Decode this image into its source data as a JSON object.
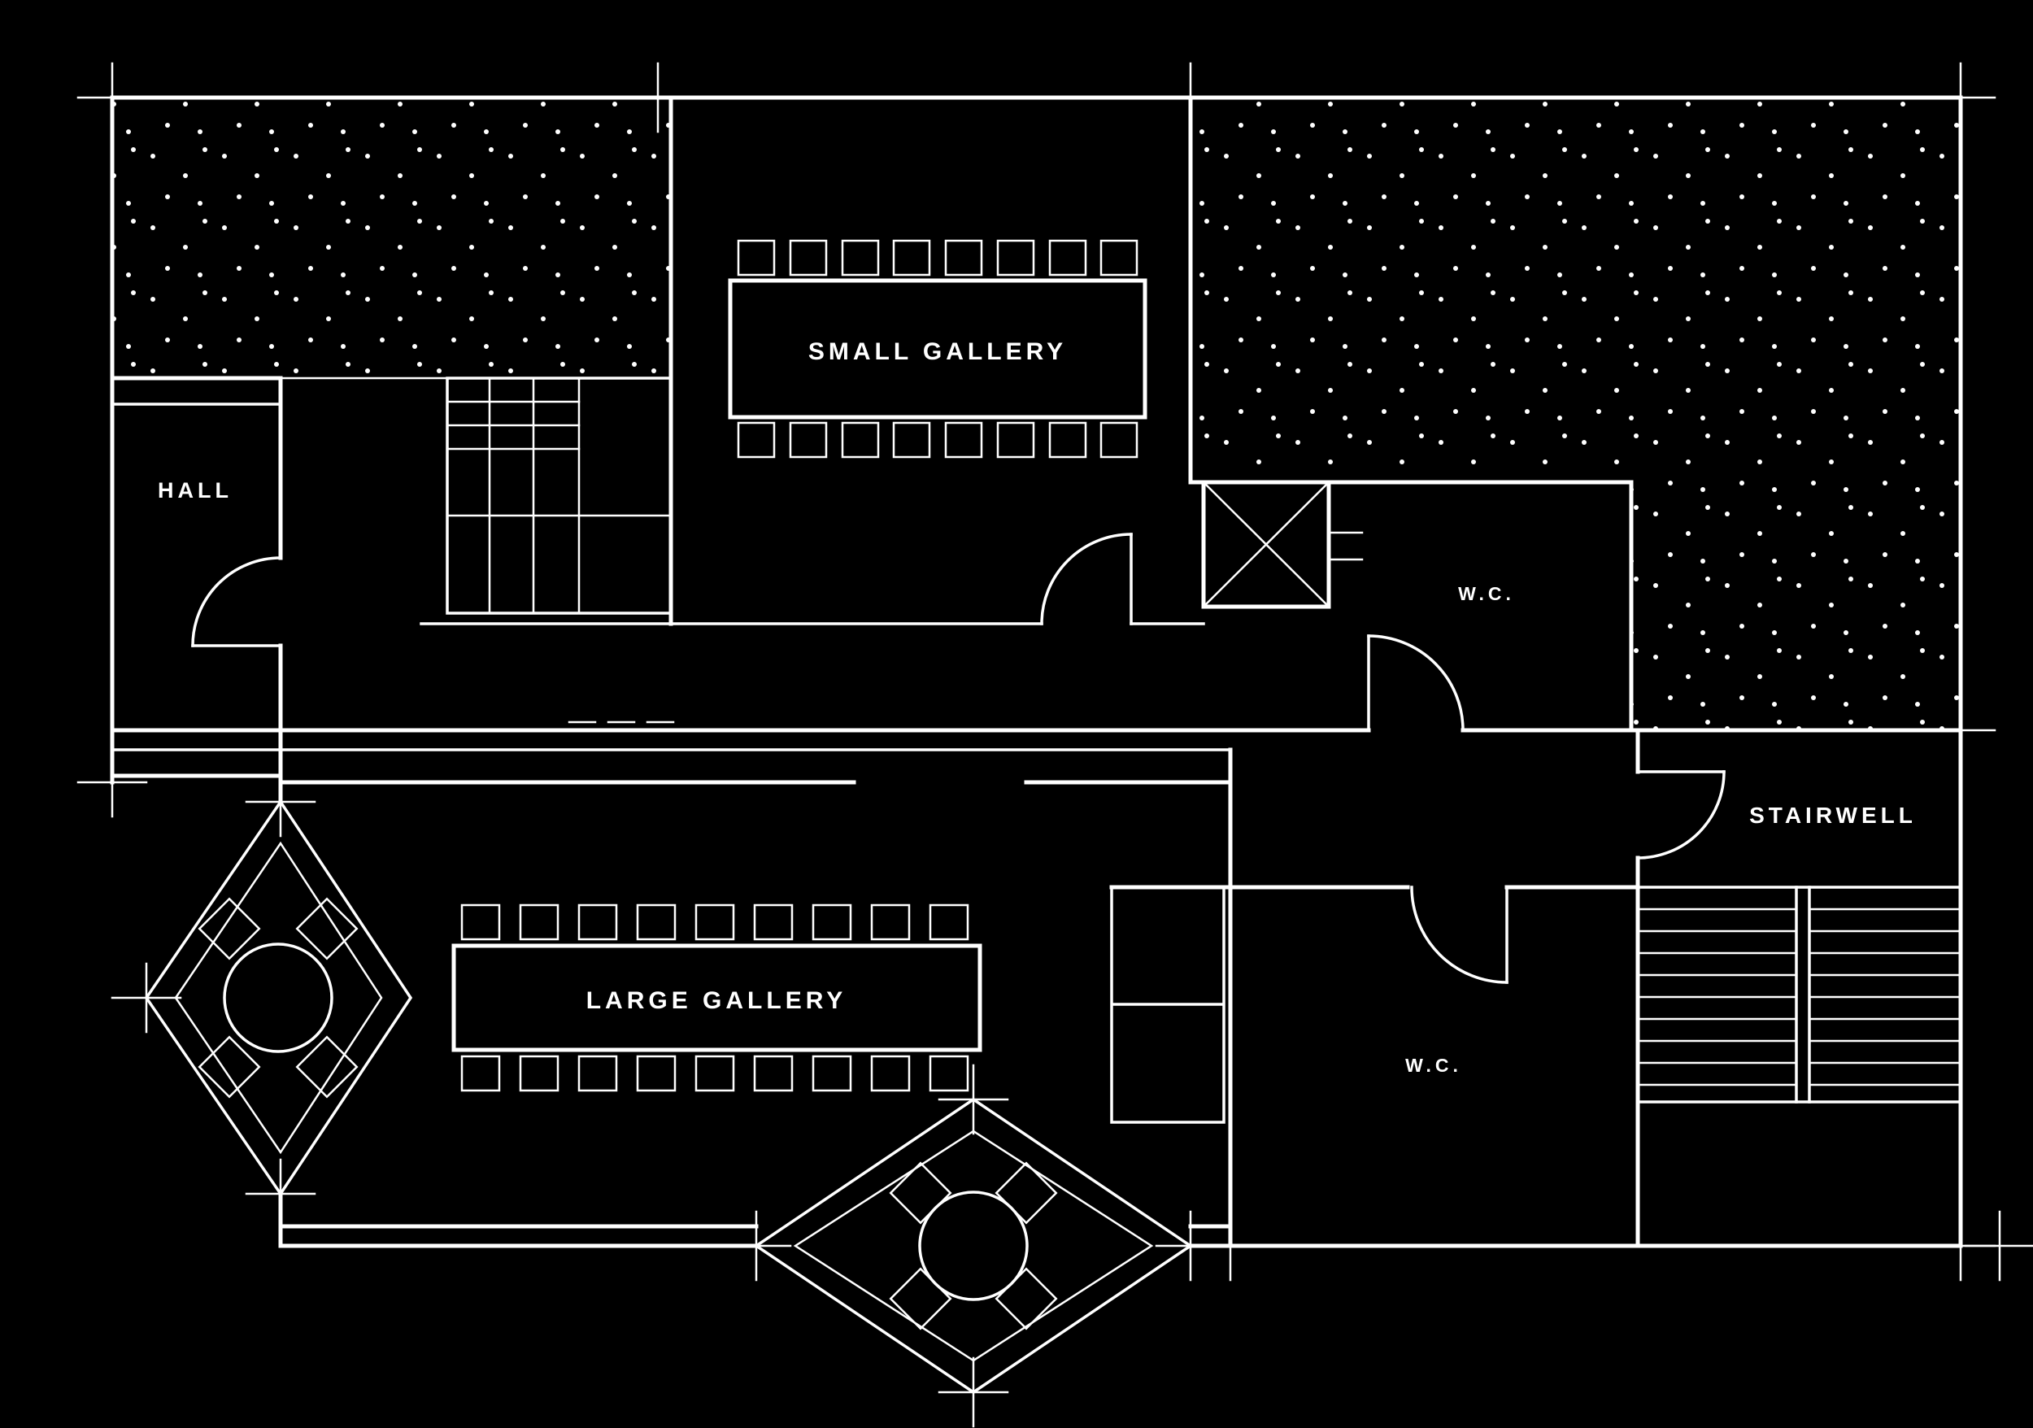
{
  "colors": {
    "background": "#000000",
    "line": "#ffffff"
  },
  "rooms": {
    "small_gallery": {
      "label": "SMALL GALLERY"
    },
    "large_gallery": {
      "label": "LARGE GALLERY"
    },
    "hall": {
      "label": "HALL"
    },
    "wc_upper": {
      "label": "W.C."
    },
    "wc_lower": {
      "label": "W.C."
    },
    "stairwell": {
      "label": "STAIRWELL"
    }
  }
}
